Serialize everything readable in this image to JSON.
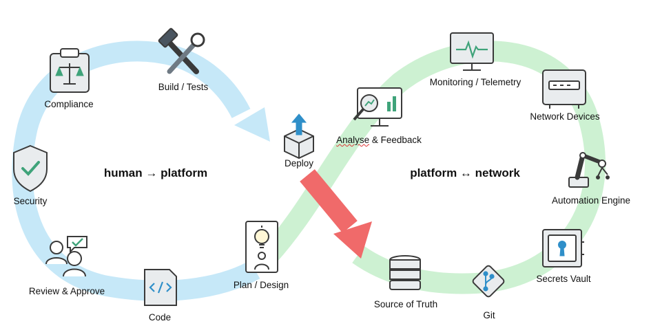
{
  "colors": {
    "left_loop": "#c6e8f8",
    "right_loop": "#cdf1d2",
    "deploy_arrow": "#f06a6a",
    "icon_stroke": "#3a3a3a",
    "icon_fill": "#e9ecee",
    "accent_green": "#3fa37a",
    "accent_blue": "#2f8fc9"
  },
  "center_labels": {
    "left": "human → platform",
    "right": "platform ↔ network"
  },
  "nodes": {
    "compliance": {
      "label": "Compliance",
      "icon": "clipboard-scales-icon"
    },
    "build_tests": {
      "label": "Build / Tests",
      "icon": "hammer-wrench-icon"
    },
    "deploy": {
      "label": "Deploy",
      "icon": "box-upload-icon"
    },
    "analyse_feedback": {
      "label_main": "Analyse",
      "label_rest": " & Feedback",
      "icon": "monitor-magnifier-icon"
    },
    "monitoring": {
      "label": "Monitoring / Telemetry",
      "icon": "monitor-pulse-icon"
    },
    "network_devices": {
      "label": "Network Devices",
      "icon": "router-icon"
    },
    "security": {
      "label": "Security",
      "icon": "shield-check-icon"
    },
    "automation_engine": {
      "label": "Automation Engine",
      "icon": "robot-arm-icon"
    },
    "review_approve": {
      "label": "Review & Approve",
      "icon": "people-approve-icon"
    },
    "plan_design": {
      "label": "Plan / Design",
      "icon": "lightbulb-person-icon"
    },
    "secrets_vault": {
      "label": "Secrets Vault",
      "icon": "vault-icon"
    },
    "code": {
      "label": "Code",
      "icon": "code-file-icon"
    },
    "source_of_truth": {
      "label": "Source of Truth",
      "icon": "database-icon"
    },
    "git": {
      "label": "Git",
      "icon": "git-branch-icon"
    }
  }
}
